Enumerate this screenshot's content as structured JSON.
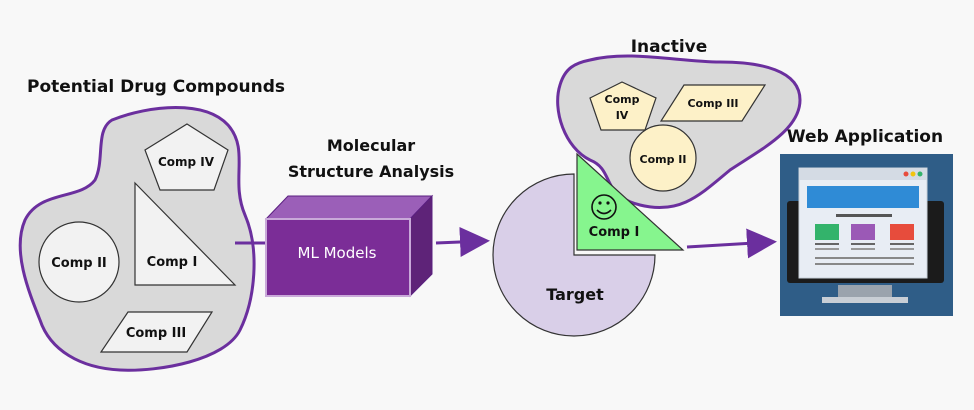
{
  "labels": {
    "potential_title": "Potential Drug Compounds",
    "analysis_title_line1": "Molecular",
    "analysis_title_line2": "Structure Analysis",
    "ml_models": "ML Models",
    "inactive_title": "Inactive",
    "web_app_title": "Web Application",
    "target": "Target"
  },
  "compounds": {
    "comp_i": "Comp I",
    "comp_ii": "Comp II",
    "comp_iii": "Comp III",
    "comp_iv": "Comp IV",
    "comp_iv_line1": "Comp",
    "comp_iv_line2": "IV"
  },
  "colors": {
    "purple": "#6b2f9e",
    "ml_box": "#7b2d97",
    "blob_fill": "#d9d9d9",
    "inactive_fill": "#fdf1c8",
    "target_fill": "#d9cfe8",
    "active_fill": "#86f58e",
    "monitor": "#2f5d87",
    "screen": "#e8edf4",
    "web_header": "#2f8bd6",
    "web_green": "#33b36b",
    "web_purple": "#9b59b6",
    "web_red": "#e74c3c"
  },
  "icons": {
    "smiley": "smiley-face-icon",
    "monitor": "monitor-icon",
    "arrow": "arrow-icon"
  }
}
